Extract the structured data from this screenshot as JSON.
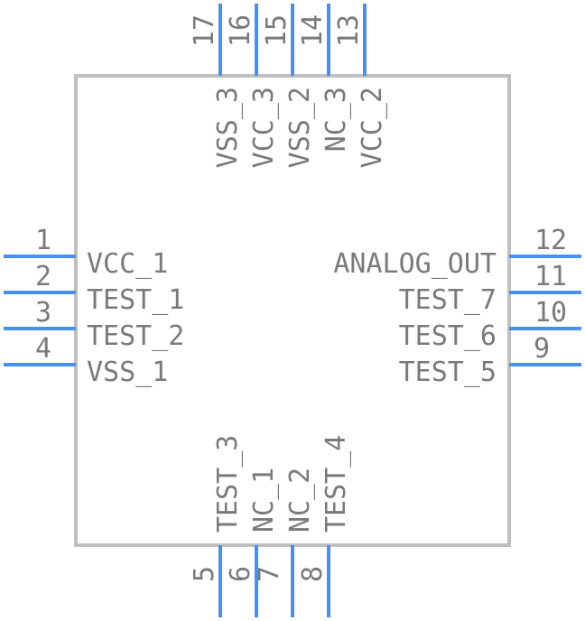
{
  "colors": {
    "body_outline": "#c0c0c0",
    "pin": "#4a8ff0",
    "text": "#7a7a7a"
  },
  "pins": {
    "left": [
      {
        "number": "1",
        "name": "VCC_1"
      },
      {
        "number": "2",
        "name": "TEST_1"
      },
      {
        "number": "3",
        "name": "TEST_2"
      },
      {
        "number": "4",
        "name": "VSS_1"
      }
    ],
    "bottom": [
      {
        "number": "5",
        "name": "TEST_3"
      },
      {
        "number": "6",
        "name": "NC_1"
      },
      {
        "number": "7",
        "name": "NC_2"
      },
      {
        "number": "8",
        "name": "TEST_4"
      }
    ],
    "right": [
      {
        "number": "9",
        "name": "TEST_5"
      },
      {
        "number": "10",
        "name": "TEST_6"
      },
      {
        "number": "11",
        "name": "TEST_7"
      },
      {
        "number": "12",
        "name": "ANALOG_OUT"
      }
    ],
    "top": [
      {
        "number": "13",
        "name": "VCC_2"
      },
      {
        "number": "14",
        "name": "NC_3"
      },
      {
        "number": "15",
        "name": "VSS_2"
      },
      {
        "number": "16",
        "name": "VCC_3"
      },
      {
        "number": "17",
        "name": "VSS_3"
      }
    ]
  }
}
